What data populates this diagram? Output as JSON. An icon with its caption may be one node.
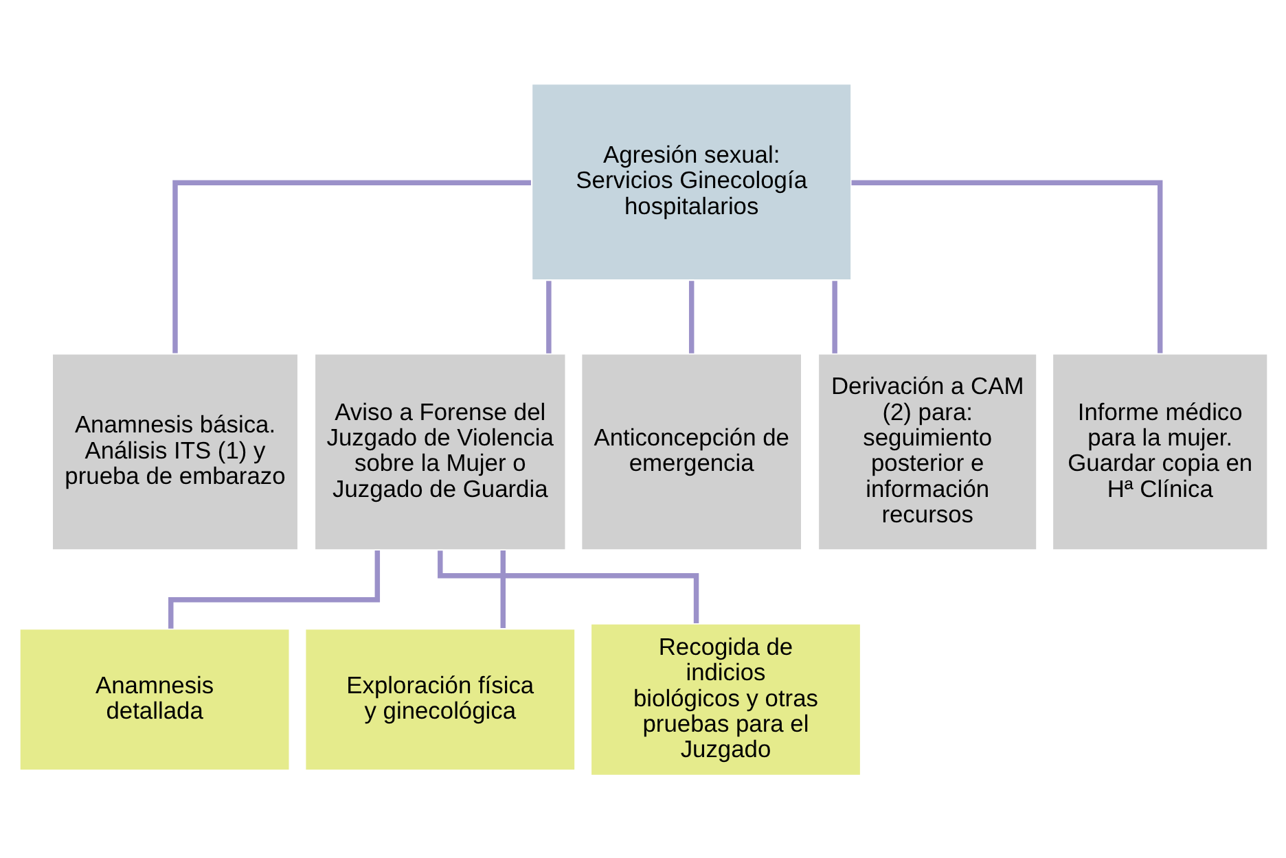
{
  "diagram": {
    "nodes": [
      {
        "text": [
          "Agresión sexual: Servicios Ginecología hospitalarios"
        ]
      },
      {
        "text": [
          "Anamnesis básica. Análisis ITS (1) y prueba de embarazo"
        ]
      },
      {
        "text": [
          "Aviso a Forense del Juzgado de Violencia sobre la Mujer o Juzgado de Guardia"
        ]
      },
      {
        "text": [
          "Anticoncepción de emergencia"
        ]
      },
      {
        "text": [
          "Derivación a CAM (2) para: seguimiento posterior e información recursos"
        ]
      },
      {
        "text": [
          "Informe médico para la mujer. Guardar copia en Hª Clínica"
        ]
      },
      {
        "text": [
          "Anamnesis detallada"
        ]
      },
      {
        "text": [
          "Exploración física y ginecológica"
        ]
      },
      {
        "text": [
          "Recogida de indicios biológicos y otras pruebas para el Juzgado"
        ]
      }
    ],
    "edges": [
      {
        "from": 0,
        "to": 1,
        "arrow": "none"
      },
      {
        "from": 0,
        "to": 2,
        "arrow": "none"
      },
      {
        "from": 0,
        "to": 3,
        "arrow": "none"
      },
      {
        "from": 0,
        "to": 4,
        "arrow": "none"
      },
      {
        "from": 0,
        "to": 5,
        "arrow": "none"
      },
      {
        "from": 2,
        "to": 6,
        "arrow": "none"
      },
      {
        "from": 2,
        "to": 7,
        "arrow": "none"
      },
      {
        "from": 2,
        "to": 8,
        "arrow": "none"
      }
    ]
  }
}
